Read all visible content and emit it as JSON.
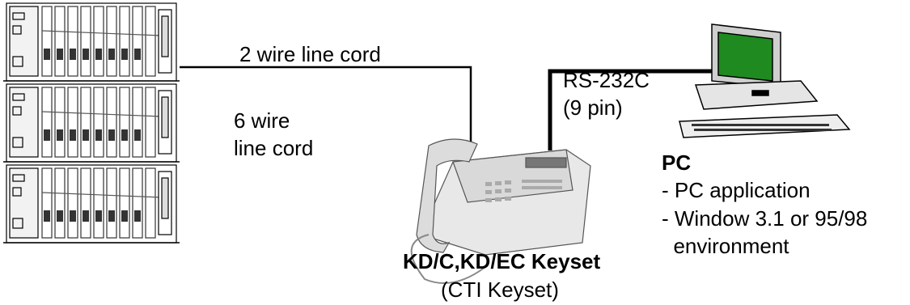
{
  "links": {
    "two_wire": "2 wire line cord",
    "six_wire_line1": "6 wire",
    "six_wire_line2": "line cord",
    "rs232_line1": "RS-232C",
    "rs232_line2": "(9 pin)"
  },
  "keyset": {
    "title": "KD/C,KD/EC Keyset",
    "subtitle": "(CTI Keyset)"
  },
  "pc": {
    "title": "PC",
    "items": [
      "- PC application",
      "- Window 3.1 or 95/98",
      "  environment"
    ]
  },
  "icons": {
    "system": "phone-system-rack-icon",
    "phone": "keyset-telephone-icon",
    "computer": "desktop-pc-icon"
  },
  "colors": {
    "screen": "#1f8a1f",
    "line": "#000000"
  }
}
